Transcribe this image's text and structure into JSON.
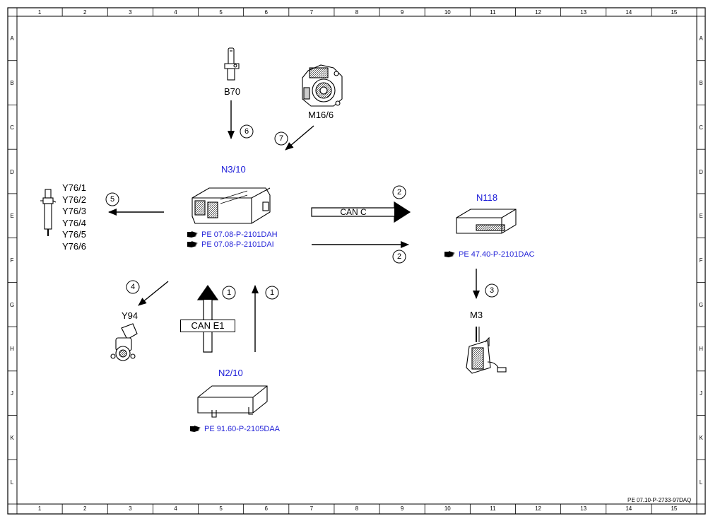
{
  "frame": {
    "columns": [
      "1",
      "2",
      "3",
      "4",
      "5",
      "6",
      "7",
      "8",
      "9",
      "10",
      "11",
      "12",
      "13",
      "14",
      "15"
    ],
    "rows": [
      "A",
      "B",
      "C",
      "D",
      "E",
      "F",
      "G",
      "H",
      "J",
      "K",
      "L"
    ]
  },
  "document_ref": "PE 07.10-P-2733-97DAQ",
  "components": {
    "b70": "B70",
    "m16_6": "M16/6",
    "n3_10": "N3/10",
    "n118": "N118",
    "m3": "M3",
    "y94": "Y94",
    "n2_10": "N2/10",
    "y76": [
      "Y76/1",
      "Y76/2",
      "Y76/3",
      "Y76/4",
      "Y76/5",
      "Y76/6"
    ]
  },
  "references": {
    "n3_10_a": "PE 07.08-P-2101DAH",
    "n3_10_b": "PE 07.08-P-2101DAI",
    "n118": "PE 47.40-P-2101DAC",
    "n2_10": "PE 91.60-P-2105DAA"
  },
  "bus_labels": {
    "can_c": "CAN C",
    "can_e1": "CAN E1"
  },
  "signal_numbers": {
    "s1a": "1",
    "s1b": "1",
    "s2a": "2",
    "s2b": "2",
    "s3": "3",
    "s4": "4",
    "s5": "5",
    "s6": "6",
    "s7": "7"
  },
  "colors": {
    "component_label_blue": "#1a1ad8",
    "reference_blue": "#2424d8",
    "line": "#000000"
  }
}
